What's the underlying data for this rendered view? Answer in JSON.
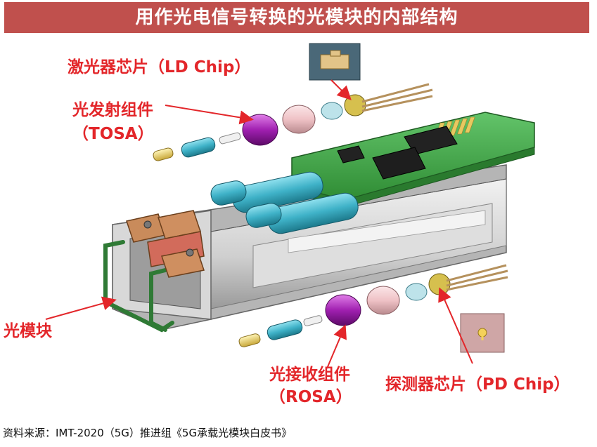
{
  "title": "用作光电信号转换的光模块的内部结构",
  "labels": {
    "ld_chip": "激光器芯片（LD Chip）",
    "tosa_line1": "光发射组件",
    "tosa_line2": "（TOSA）",
    "module": "光模块",
    "rosa_line1": "光接收组件",
    "rosa_line2": "（ROSA）",
    "pd_chip": "探测器芯片（PD Chip）"
  },
  "source": "资料来源：IMT-2020（5G）推进组《5G承载光模块白皮书》",
  "colors": {
    "title_bg": "#c0504d",
    "label_red": "#e3262a",
    "pcb_green": "#3aa640",
    "cyan_part": "#3fb2c8",
    "magenta_part": "#a020b0",
    "pink_part": "#f0c8cc",
    "housing_grey": "#c9c9c9"
  }
}
